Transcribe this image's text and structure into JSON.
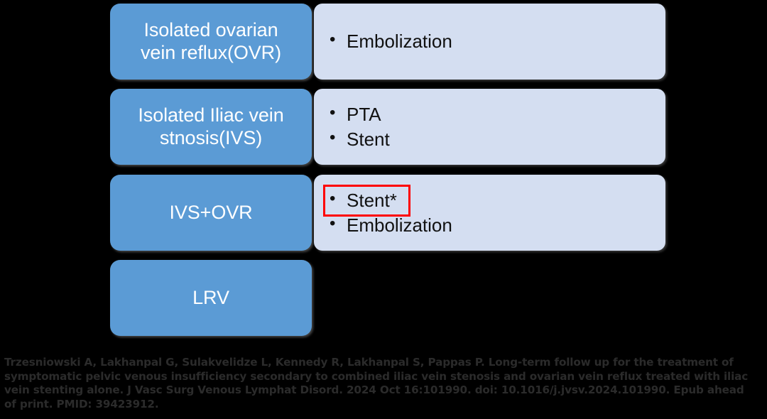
{
  "slide": {
    "background_color": "#000000",
    "box_color": "#5B9BD5",
    "panel_color": "#D4DEF1",
    "highlight_color": "#FF0000",
    "box_text_color": "#FFFFFF",
    "panel_text_color": "#111111"
  },
  "rows": [
    {
      "category": "Isolated ovarian\nvein reflux(OVR)",
      "treatments": [
        {
          "label": "Embolization",
          "highlighted": false
        }
      ]
    },
    {
      "category": "Isolated Iliac vein\nstnosis(IVS)",
      "treatments": [
        {
          "label": "PTA",
          "highlighted": false
        },
        {
          "label": "Stent",
          "highlighted": false
        }
      ]
    },
    {
      "category": "IVS+OVR",
      "treatments": [
        {
          "label": "Stent*",
          "highlighted": true
        },
        {
          "label": "Embolization",
          "highlighted": false
        }
      ]
    },
    {
      "category": "LRV",
      "treatments": []
    }
  ],
  "citation": {
    "text": "Trzesniowski A, Lakhanpal G, Sulakvelidze L, Kennedy R, Lakhanpal S, Pappas P. Long-term follow up for the treatment of symptomatic pelvic venous insufficiency secondary to combined iliac vein stenosis and ovarian vein reflux treated with iliac vein stenting alone. J Vasc Surg Venous Lymphat Disord. 2024 Oct 16:101990. doi: 10.1016/j.jvsv.2024.101990. Epub ahead of print. PMID: 39423912."
  }
}
